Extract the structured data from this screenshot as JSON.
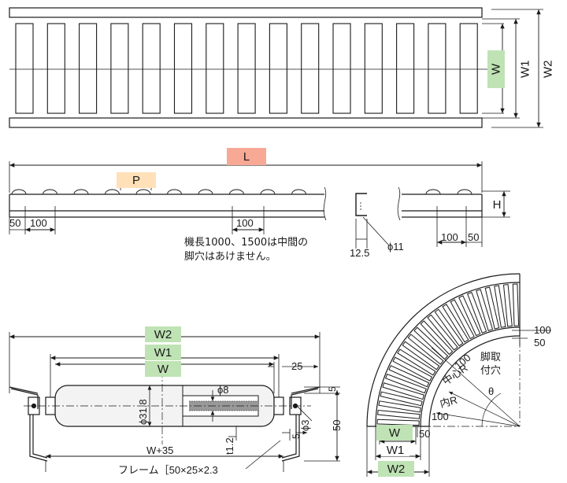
{
  "top_view": {
    "label_w": "W",
    "label_w1": "W1",
    "label_w2": "W2"
  },
  "side_view": {
    "label_l": "L",
    "label_p": "P",
    "label_h": "H",
    "dim_50_left": "50",
    "dim_100_left": "100",
    "dim_100_mid": "100",
    "dim_100_right": "100",
    "dim_50_right": "50",
    "dim_12_5": "12.5",
    "dim_phi11": "ϕ11",
    "note_line1": "機長1000、1500は中間の",
    "note_line2": "脚穴はあけません。"
  },
  "roller_view": {
    "label_w2": "W2",
    "label_w1": "W1",
    "label_w": "W",
    "dim_25": "25",
    "dim_phi8": "ϕ8",
    "dim_phi31_8": "ϕ31.8",
    "dim_t1_2": "t1.2",
    "dim_5_top": "5",
    "dim_5_bottom": "5",
    "dim_phi3": "ϕ3",
    "dim_50": "50",
    "dim_w35": "W+35",
    "frame_note": "フレーム［50×25×2.3"
  },
  "curve_view": {
    "dim_100_right": "100",
    "dim_50_right": "50",
    "leg_hole_line1": "脚取",
    "leg_hole_line2": "付穴",
    "dim_100_diag": "100",
    "center_r": "中心R",
    "theta": "θ",
    "inner_r": "内R",
    "dim_100_bottom": "100",
    "dim_50_bottom": "50",
    "label_w": "W",
    "label_w1": "W1",
    "label_w2": "W2"
  }
}
